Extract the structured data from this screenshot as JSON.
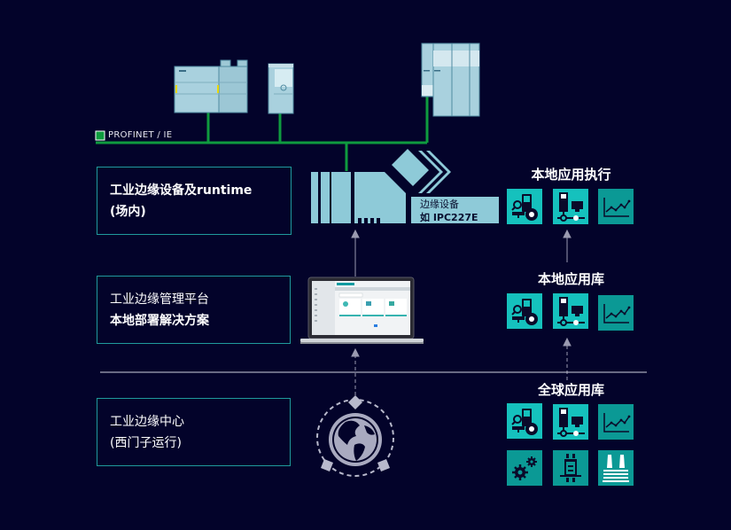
{
  "network": {
    "label": "PROFINET  / IE",
    "line_color": "#0f9b3f"
  },
  "layers": [
    {
      "line1": "工业边缘设备及runtime",
      "line2": "(场内)"
    },
    {
      "line1": "工业边缘管理平台",
      "line2": "本地部署解决方案"
    },
    {
      "line1": "工业边缘中心",
      "line2": "(西门子运行)"
    }
  ],
  "edge_device": {
    "line1": "边缘设备",
    "line2": "如 IPC227E"
  },
  "app_sections": [
    {
      "title": "本地应用执行",
      "apps": [
        "app-tile-performance-insight",
        "app-tile-connectivity",
        "app-tile-trend-chart"
      ]
    },
    {
      "title": "本地应用库",
      "apps": [
        "app-tile-performance-insight",
        "app-tile-connectivity",
        "app-tile-trend-chart"
      ]
    },
    {
      "title": "全球应用库",
      "apps": [
        "app-tile-performance-insight",
        "app-tile-connectivity",
        "app-tile-trend-chart",
        "app-tile-gears",
        "app-tile-component",
        "app-tile-plant"
      ]
    }
  ],
  "colors": {
    "background": "#03032a",
    "box_border": "#1f9a9c",
    "device_fill": "#8ecad8",
    "tile_bright": "#15c1bd",
    "tile_dark": "#0b9995",
    "arrow": "#9a9ab0"
  }
}
